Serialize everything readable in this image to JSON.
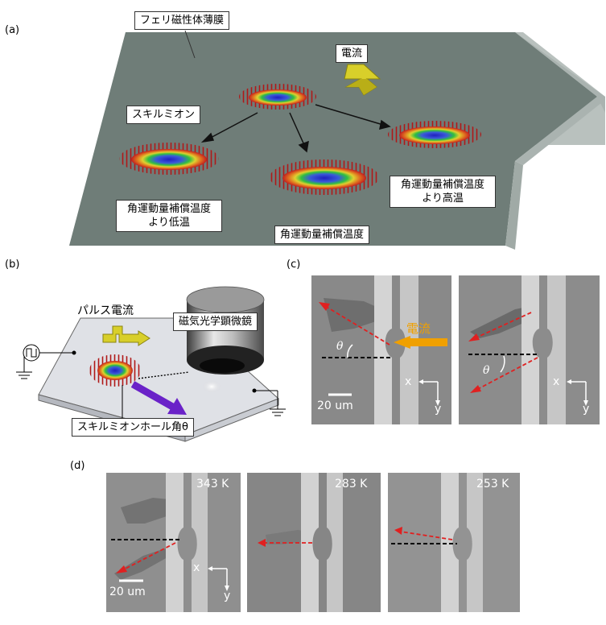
{
  "panels": {
    "a": "(a)",
    "b": "(b)",
    "c": "(c)",
    "d": "(d)"
  },
  "panel_a": {
    "film_label": "フェリ磁性体薄膜",
    "current_label": "電流",
    "skyrmion_label": "スキルミオン",
    "low_temp_line1": "角運動量補償温度",
    "low_temp_line2": "より低温",
    "comp_temp_label": "角運動量補償温度",
    "high_temp_line1": "角運動量補償温度",
    "high_temp_line2": "より高温"
  },
  "panel_b": {
    "pulse_current_label": "パルス電流",
    "microscope_label": "磁気光学顕微鏡",
    "hall_angle_label": "スキルミオンホール角θ"
  },
  "panel_c": {
    "theta_left": "θ",
    "theta_right": "θ",
    "current_label": "電流",
    "x_left": "x",
    "y_left": "y",
    "x_right": "x",
    "y_right": "y",
    "scale_bar": "20 um"
  },
  "panel_d": {
    "temps": [
      "343 K",
      "283 K",
      "253 K"
    ],
    "x_label": "x",
    "y_label": "y",
    "scale_bar": "20 um"
  },
  "colors": {
    "film": "#6f7d78",
    "film_edge": "#b8c0bd",
    "current_arrow": "#c8be1e",
    "current_orange": "#f0a000",
    "hall_arrow": "#6a22c8",
    "red_dash": "#e02020"
  }
}
